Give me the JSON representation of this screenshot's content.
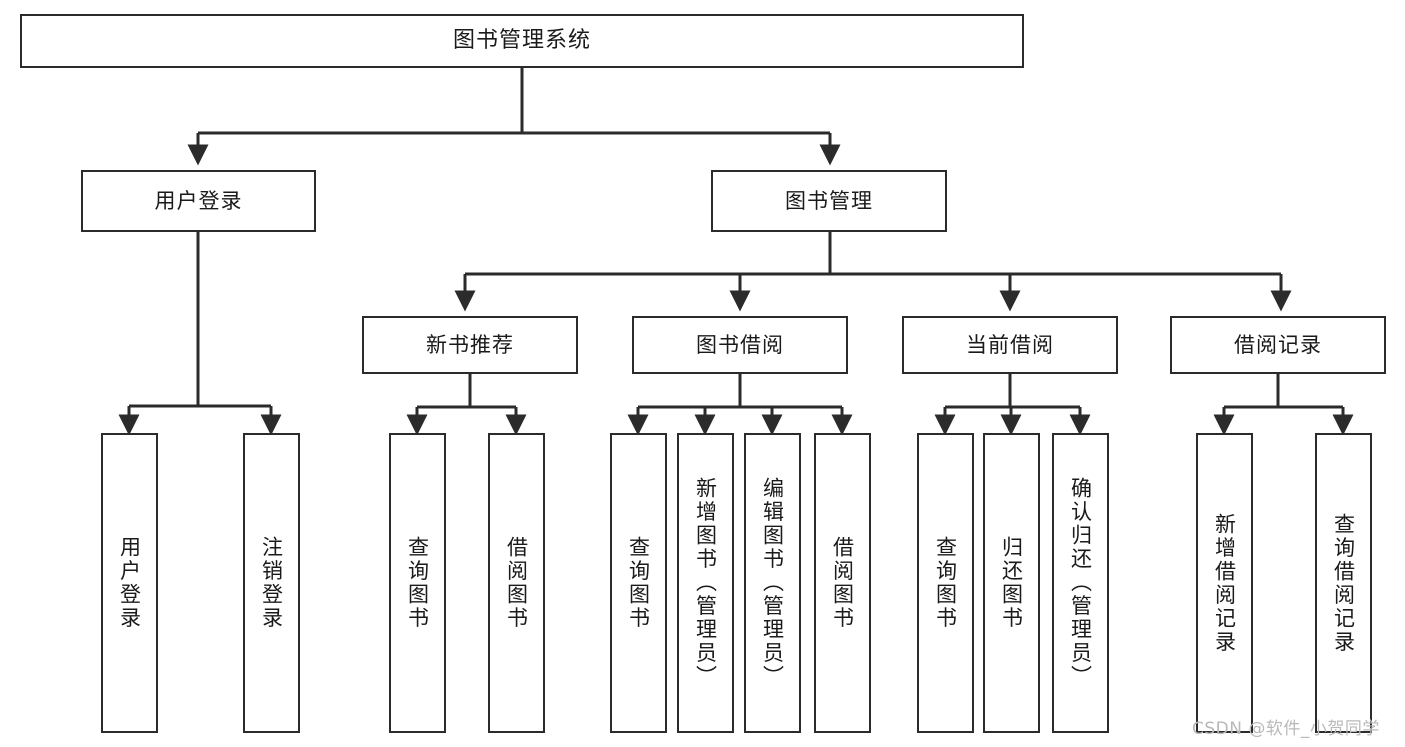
{
  "diagram": {
    "title": "图书管理系统",
    "type": "functional-structure-tree",
    "watermark": "CSDN @软件_小贺同学",
    "colors": {
      "stroke": "#2b2b2b",
      "fill": "#ffffff",
      "text": "#1a1a1a",
      "watermark": "#b9b9b9"
    },
    "levels": {
      "root": {
        "label": "图书管理系统"
      },
      "level2": [
        {
          "label": "用户登录"
        },
        {
          "label": "图书管理"
        }
      ],
      "level3": [
        {
          "label": "新书推荐"
        },
        {
          "label": "图书借阅"
        },
        {
          "label": "当前借阅"
        },
        {
          "label": "借阅记录"
        }
      ],
      "leaves": {
        "user_login": [
          {
            "label": "用户登录"
          },
          {
            "label": "注销登录"
          }
        ],
        "new_book_recommend": [
          {
            "label": "查询图书"
          },
          {
            "label": "借阅图书"
          }
        ],
        "book_borrow": [
          {
            "label": "查询图书"
          },
          {
            "label": "新增图书（管理员）"
          },
          {
            "label": "编辑图书（管理员）"
          },
          {
            "label": "借阅图书"
          }
        ],
        "current_borrow": [
          {
            "label": "查询图书"
          },
          {
            "label": "归还图书"
          },
          {
            "label": "确认归还（管理员）"
          }
        ],
        "borrow_records": [
          {
            "label": "新增借阅记录"
          },
          {
            "label": "查询借阅记录"
          }
        ]
      }
    }
  }
}
